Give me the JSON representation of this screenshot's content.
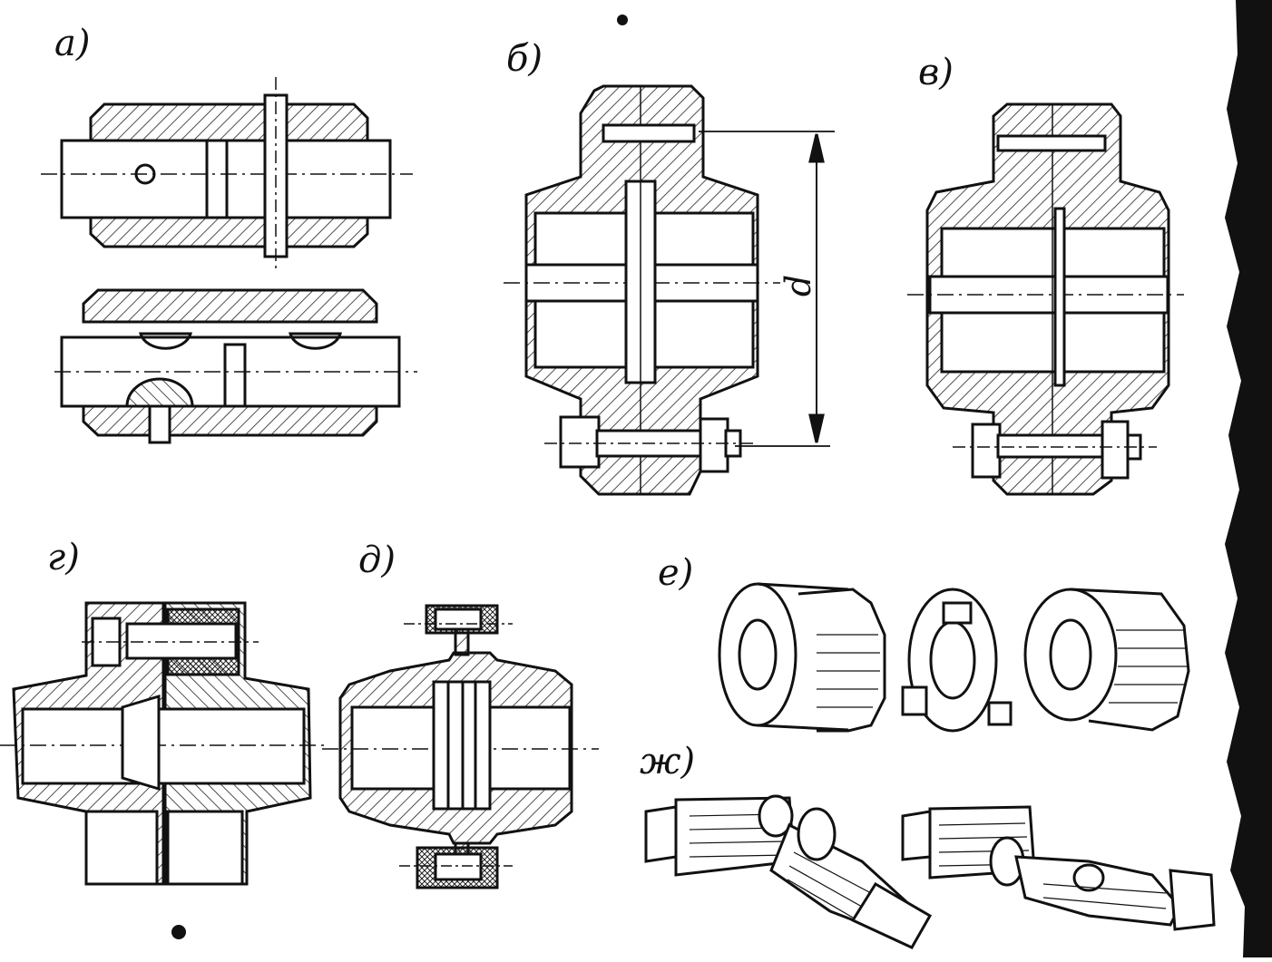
{
  "labels": {
    "a": "а)",
    "b": "б)",
    "v": "в)",
    "g": "г)",
    "d": "д)",
    "e": "е)",
    "zh": "ж)"
  },
  "dimension": {
    "symbol": "d"
  },
  "colors": {
    "ink": "#111111",
    "paper": "#ffffff",
    "hatch": "#222222"
  }
}
